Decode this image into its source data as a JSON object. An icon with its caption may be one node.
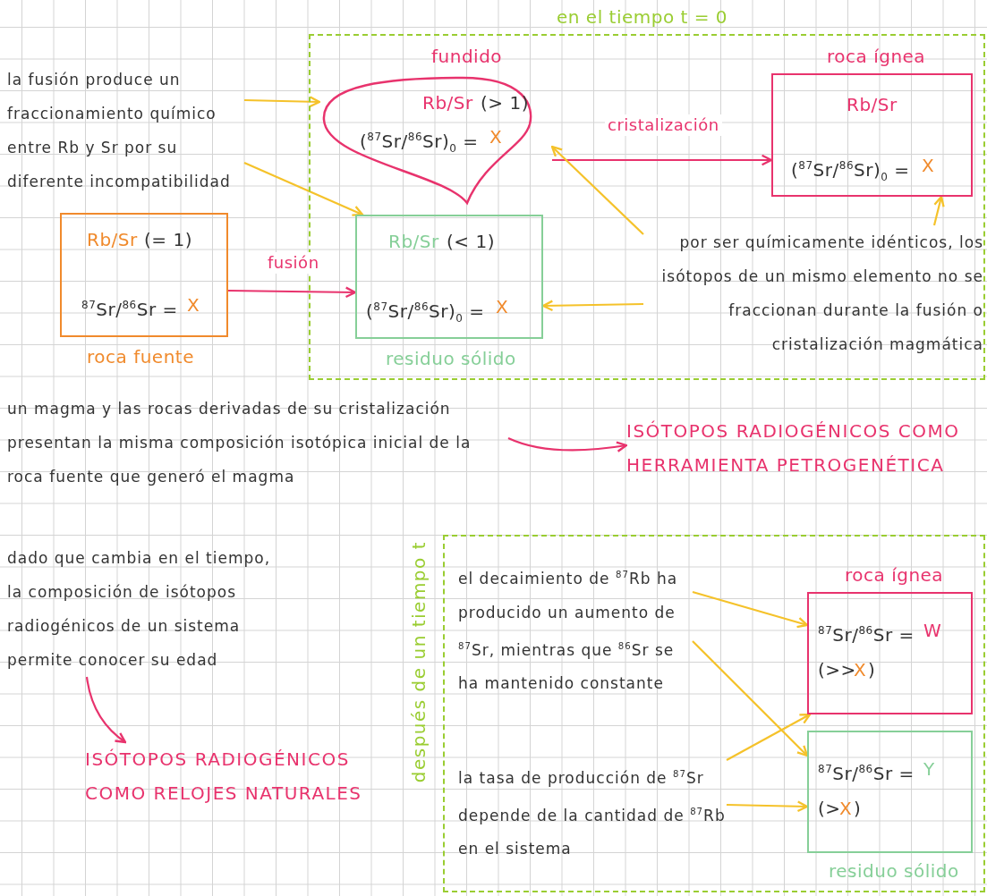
{
  "diagram": {
    "nodes": [
      {
        "text": [
          "en el tiempo t = 0"
        ]
      },
      {
        "text": [
          "fundido",
          "Rb/Sr",
          "(> 1)",
          "($^{87}$Sr/$^{86}$Sr)$_{0}$ =",
          "X"
        ],
        "in": 0
      },
      {
        "text": [
          "roca ígnea",
          "Rb/Sr",
          "($^{87}$Sr/$^{86}$Sr)$_{0}$ =",
          "X"
        ],
        "in": 0
      },
      {
        "text": [
          "Rb/Sr",
          "(< 1)",
          "($^{87}$Sr/$^{86}$Sr)$_{0}$ =",
          "X",
          "residuo sólido"
        ],
        "in": 0
      },
      {
        "text": [
          "Rb/Sr",
          "(= 1)",
          "$^{87}$Sr/$^{86}$Sr =",
          "X",
          "roca fuente"
        ]
      },
      {
        "text": [
          "la fusión produce un fraccionamiento químico entre Rb y Sr por su diferente incompatibilidad"
        ]
      },
      {
        "text": [
          "por ser químicamente idénticos, los isótopos de un mismo elemento no se fraccionan durante la fusión o cristalización magmática"
        ],
        "in": 0
      },
      {
        "text": [
          "un magma y las rocas derivadas de su cristalización presentan la misma composición isotópica inicial de la roca fuente que generó el magma"
        ]
      },
      {
        "text": [
          "ISÓTOPOS RADIOGÉNICOS COMO HERRAMIENTA PETROGENÉTICA"
        ]
      },
      {
        "text": [
          "dado que cambia en el tiempo, la composición de isótopos radiogénicos de un sistema permite conocer su edad"
        ]
      },
      {
        "text": [
          "ISÓTOPOS RADIOGÉNICOS COMO RELOJES NATURALES"
        ]
      },
      {
        "text": [
          "después de un tiempo t"
        ]
      },
      {
        "text": [
          "el decaimiento de $^{87}$Rb ha producido un aumento de $^{87}$Sr, mientras que $^{86}$Sr se ha mantenido constante"
        ],
        "in": 11
      },
      {
        "text": [
          "la tasa de producción de $^{87}$Sr depende de la cantidad de $^{87}$Rb en el sistema"
        ],
        "in": 11
      },
      {
        "text": [
          "roca ígnea",
          "$^{87}$Sr/$^{86}$Sr =",
          "W",
          "(>>",
          "X",
          ")"
        ],
        "in": 11
      },
      {
        "text": [
          "$^{87}$Sr/$^{86}$Sr =",
          "Y",
          "(>",
          "X",
          ")",
          "residuo sólido"
        ],
        "in": 11
      }
    ],
    "edges": [
      {
        "from": 5,
        "to": 1,
        "arrow": "to"
      },
      {
        "from": 5,
        "to": 3,
        "arrow": "to"
      },
      {
        "from": 4,
        "to": 3,
        "arrow": "to",
        "label": "fusión",
        "color": "#e8336d"
      },
      {
        "from": 1,
        "to": 2,
        "arrow": "to",
        "label": "cristalización",
        "color": "#e8336d"
      },
      {
        "from": 6,
        "to": 1,
        "arrow": "to"
      },
      {
        "from": 6,
        "to": 3,
        "arrow": "to"
      },
      {
        "from": 6,
        "to": 2,
        "arrow": "to"
      },
      {
        "from": 7,
        "to": 8,
        "arrow": "to",
        "color": "#e8336d"
      },
      {
        "from": 9,
        "to": 10,
        "arrow": "to",
        "color": "#e8336d"
      },
      {
        "from": 12,
        "to": 14,
        "arrow": "to"
      },
      {
        "from": 12,
        "to": 15,
        "arrow": "to"
      },
      {
        "from": 13,
        "to": 14,
        "arrow": "to"
      },
      {
        "from": 13,
        "to": 15,
        "arrow": "to"
      }
    ]
  }
}
